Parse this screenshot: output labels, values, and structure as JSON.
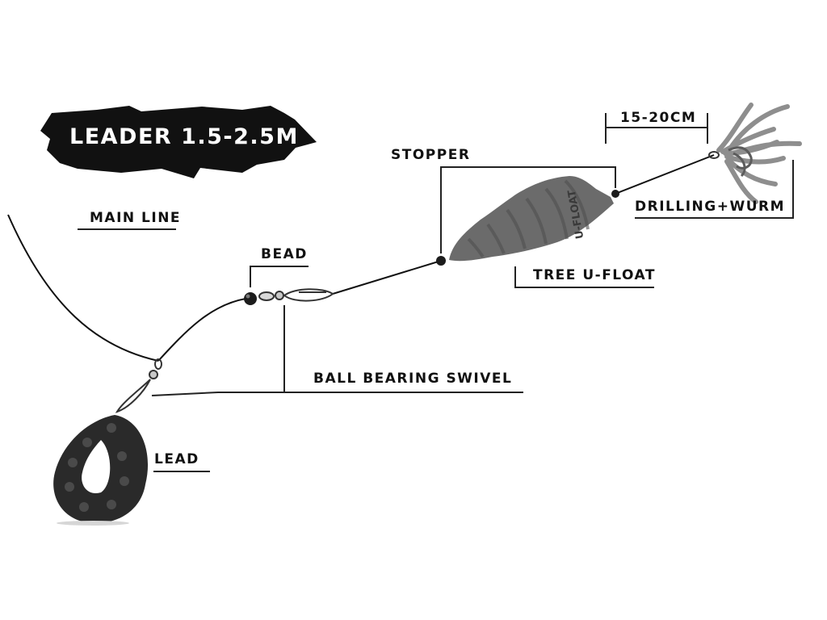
{
  "leader_banner": {
    "text": "LEADER 1.5-2.5M"
  },
  "labels": {
    "main_line": "MAIN LINE",
    "bead": "BEAD",
    "stopper": "STOPPER",
    "distance": "15-20CM",
    "drilling_wurm": "DRILLING+WURM",
    "tree_u_float": "TREE U-FLOAT",
    "ball_bearing_swivel": "BALL BEARING SWIVEL",
    "lead": "LEAD"
  },
  "float_logo": "U-FLOAT",
  "colors": {
    "line": "#111111",
    "float": "#6b6b6b",
    "lead": "#2a2a2a",
    "worm": "#8e8e8e",
    "banner": "#111111"
  }
}
